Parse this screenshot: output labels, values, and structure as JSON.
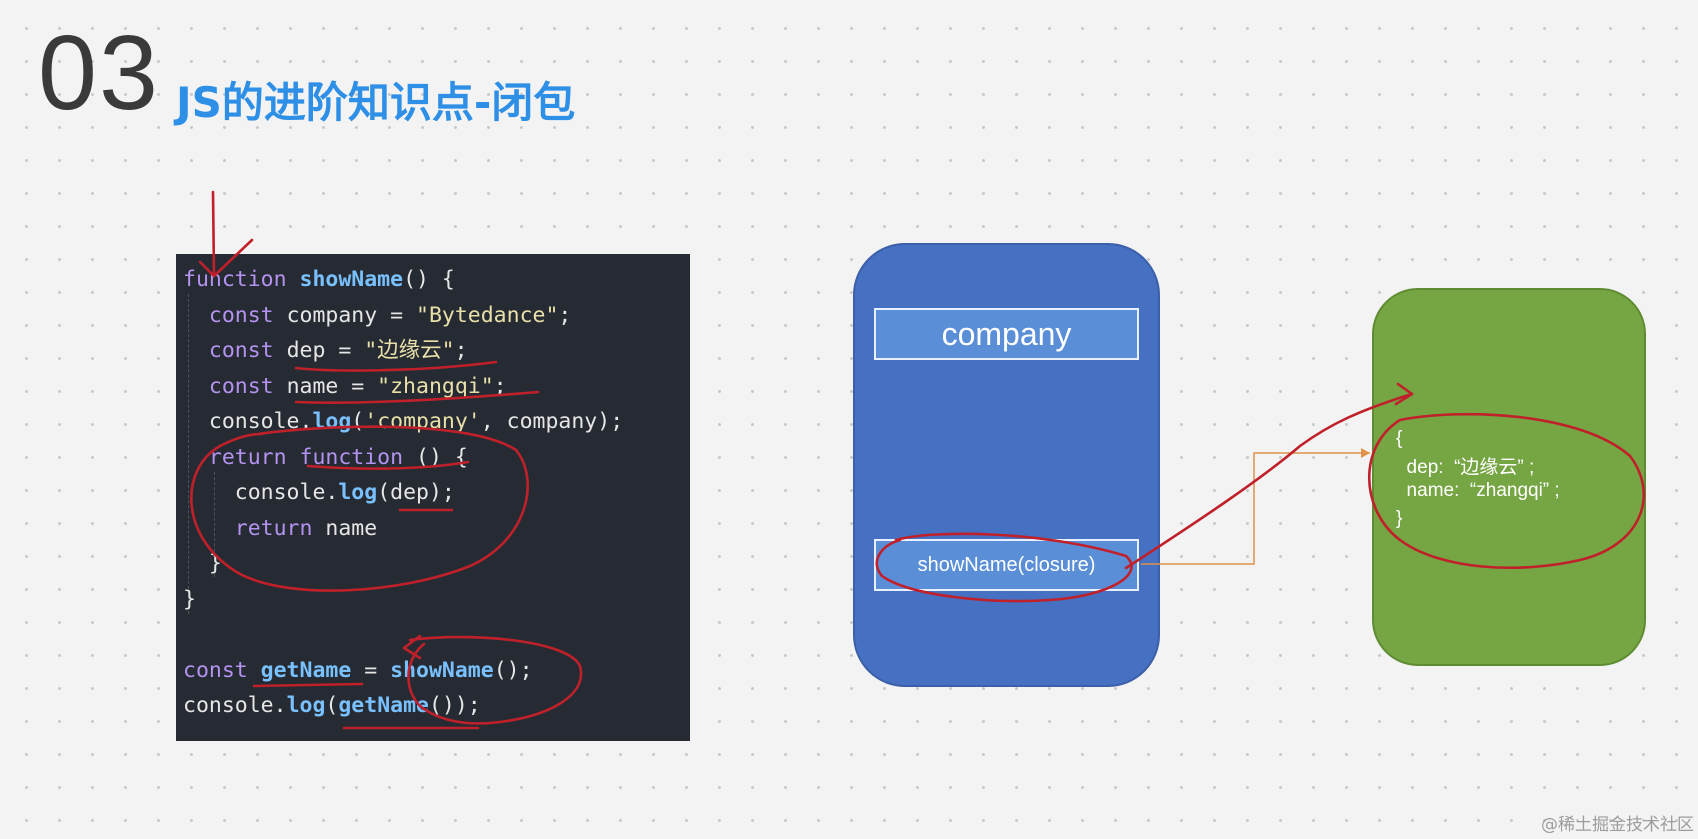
{
  "slide": {
    "number": "03",
    "title": "JS的进阶知识点-闭包"
  },
  "code": {
    "lines": [
      {
        "tokens": [
          {
            "t": "kw",
            "v": "function "
          },
          {
            "t": "fn",
            "v": "showName"
          },
          {
            "t": "var",
            "v": "() {"
          }
        ]
      },
      {
        "tokens": [
          {
            "t": "var",
            "v": "  "
          },
          {
            "t": "kw",
            "v": "const "
          },
          {
            "t": "var",
            "v": "company = "
          },
          {
            "t": "str",
            "v": "\"Bytedance\""
          },
          {
            "t": "var",
            "v": ";"
          }
        ]
      },
      {
        "tokens": [
          {
            "t": "var",
            "v": "  "
          },
          {
            "t": "kw",
            "v": "const "
          },
          {
            "t": "var",
            "v": "dep = "
          },
          {
            "t": "str",
            "v": "\"边缘云\""
          },
          {
            "t": "var",
            "v": ";"
          }
        ]
      },
      {
        "tokens": [
          {
            "t": "var",
            "v": "  "
          },
          {
            "t": "kw",
            "v": "const "
          },
          {
            "t": "var",
            "v": "name = "
          },
          {
            "t": "str",
            "v": "\"zhangqi\""
          },
          {
            "t": "var",
            "v": ";"
          }
        ]
      },
      {
        "tokens": [
          {
            "t": "var",
            "v": "  console."
          },
          {
            "t": "fn",
            "v": "log"
          },
          {
            "t": "var",
            "v": "("
          },
          {
            "t": "str",
            "v": "'company'"
          },
          {
            "t": "var",
            "v": ", company);"
          }
        ]
      },
      {
        "tokens": [
          {
            "t": "var",
            "v": "  "
          },
          {
            "t": "kw",
            "v": "return function "
          },
          {
            "t": "var",
            "v": "() {"
          }
        ]
      },
      {
        "tokens": [
          {
            "t": "var",
            "v": "    console."
          },
          {
            "t": "fn",
            "v": "log"
          },
          {
            "t": "var",
            "v": "(dep);"
          }
        ]
      },
      {
        "tokens": [
          {
            "t": "var",
            "v": "    "
          },
          {
            "t": "kw",
            "v": "return "
          },
          {
            "t": "var",
            "v": "name"
          }
        ]
      },
      {
        "tokens": [
          {
            "t": "var",
            "v": "  }"
          }
        ]
      },
      {
        "tokens": [
          {
            "t": "var",
            "v": "}"
          }
        ]
      },
      {
        "tokens": []
      },
      {
        "tokens": [
          {
            "t": "kw",
            "v": "const "
          },
          {
            "t": "fn",
            "v": "getName"
          },
          {
            "t": "var",
            "v": " = "
          },
          {
            "t": "fn",
            "v": "showName"
          },
          {
            "t": "var",
            "v": "();"
          }
        ]
      },
      {
        "tokens": [
          {
            "t": "var",
            "v": "console."
          },
          {
            "t": "fn",
            "v": "log"
          },
          {
            "t": "var",
            "v": "("
          },
          {
            "t": "fn",
            "v": "getName"
          },
          {
            "t": "var",
            "v": "());"
          }
        ]
      }
    ]
  },
  "diagram": {
    "stack_var_company": "company",
    "stack_var_closure": "showName(closure)",
    "heap_open": "{",
    "heap_line_dep": "  dep:  “边缘云” ;",
    "heap_line_name": "  name:  “zhangqi” ;",
    "heap_close": "}"
  },
  "watermark": "@稀土掘金技术社区",
  "colors": {
    "title": "#2d8fe6",
    "stack_frame": "#4670c2",
    "heap_frame": "#76a643",
    "annotation_ink": "#c0202a",
    "connector": "#e0924a"
  }
}
